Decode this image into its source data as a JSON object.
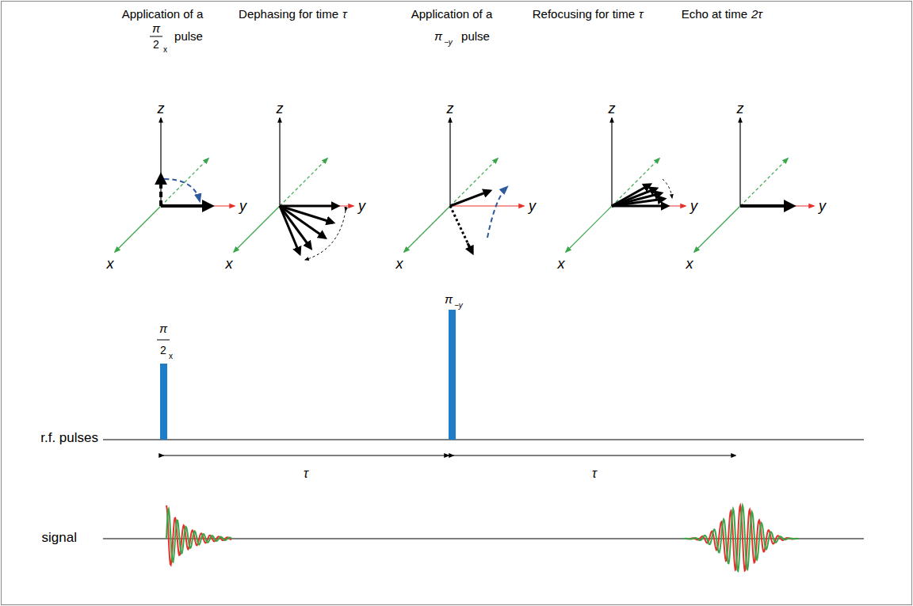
{
  "diagram": {
    "labels": [
      "Application of a",
      "π",
      "2",
      "x",
      "pulse",
      "Dephasing for time",
      "τ",
      "Application of a",
      "π",
      "−y",
      "pulse",
      "Refocusing for time",
      "τ",
      "Echo at time",
      "2τ",
      "z",
      "y",
      "x",
      "z",
      "y",
      "x",
      "z",
      "y",
      "x",
      "z",
      "y",
      "x",
      "z",
      "y",
      "x",
      "π",
      "2",
      "x",
      "π",
      "−y",
      "r.f. pulses",
      "τ",
      "τ",
      "signal"
    ]
  }
}
